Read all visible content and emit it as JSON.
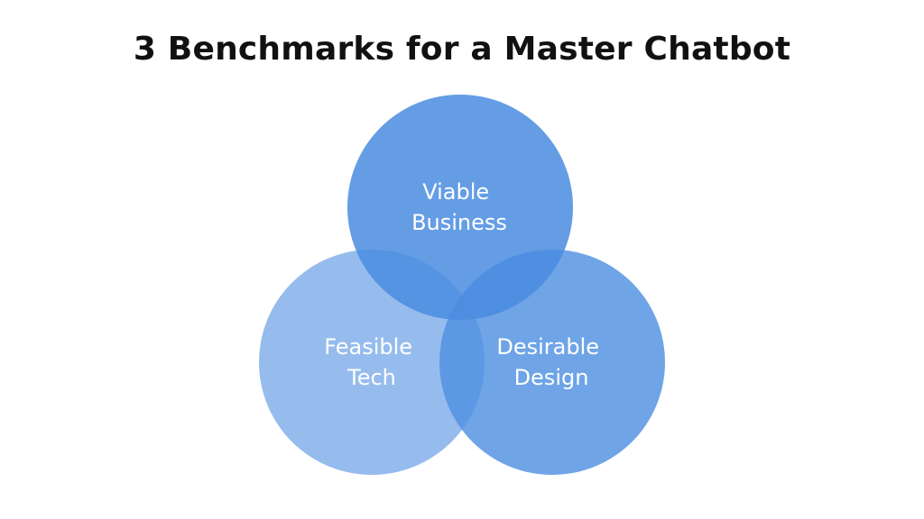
{
  "title": "3 Benchmarks for a Master Chatbot",
  "diagram": {
    "type": "venn",
    "sets": [
      {
        "id": "viable-business",
        "label_lines": [
          "Viable",
          "Business"
        ],
        "color": "#4a8ce0"
      },
      {
        "id": "feasible-tech",
        "label_lines": [
          "Feasible",
          "Tech"
        ],
        "color": "#6aa0e6"
      },
      {
        "id": "desirable-design",
        "label_lines": [
          "Desirable",
          "Design"
        ],
        "color": "#4f90e2"
      }
    ]
  }
}
